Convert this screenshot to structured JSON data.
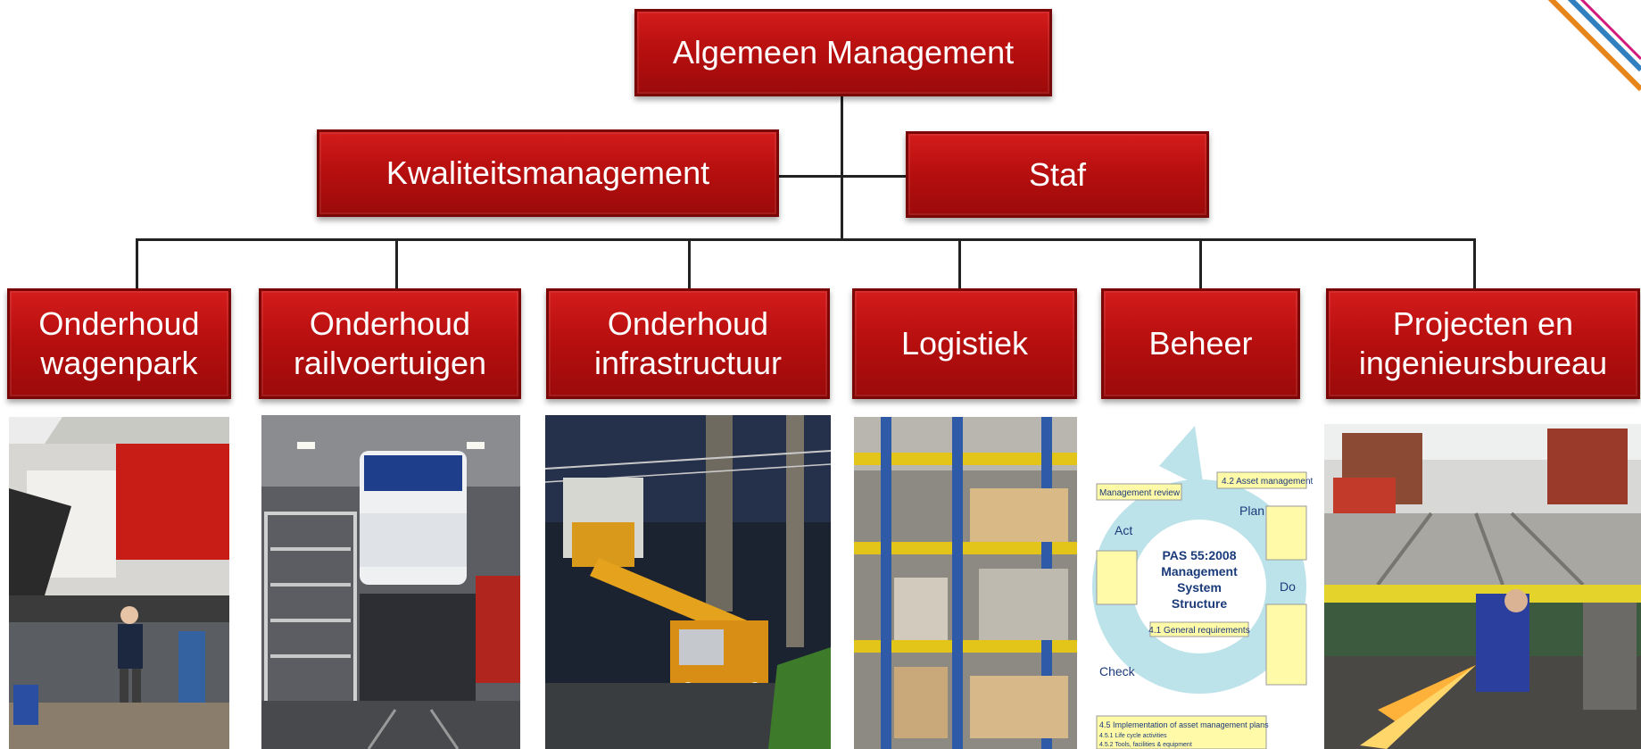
{
  "top": {
    "label": "Algemeen Management"
  },
  "support": [
    {
      "label": "Kwaliteitsmanagement"
    },
    {
      "label": "Staf"
    }
  ],
  "departments": [
    {
      "label": "Onderhoud\nwagenpark",
      "photo": "bus-workshop-photo"
    },
    {
      "label": "Onderhoud\nrailvoertuigen",
      "photo": "tram-workshop-photo"
    },
    {
      "label": "Onderhoud\ninfrastructuur",
      "photo": "overhead-line-truck-photo"
    },
    {
      "label": "Logistiek",
      "photo": "warehouse-racks-photo"
    },
    {
      "label": "Beheer",
      "photo": "pas55-diagram"
    },
    {
      "label": "Projecten en\ningenieursbureau",
      "photo": "track-construction-photo"
    }
  ],
  "pas55": {
    "title_lines": [
      "PAS 55:2008",
      "Management",
      "System",
      "Structure"
    ],
    "general": "4.1 General requirements",
    "mgmt_review": "Management review",
    "asset_mgmt": "4.2 Asset management",
    "act": "Act",
    "plan": "Plan",
    "do": "Do",
    "check": "Check",
    "impl": "4.5 Implementation of asset management plans",
    "impl_sub": "4.5.1 Life cycle activities",
    "impl_sub2": "4.5.2 Tools, facilities & equipment"
  },
  "colors": {
    "box": "#b80f0f",
    "line": "#222222"
  }
}
